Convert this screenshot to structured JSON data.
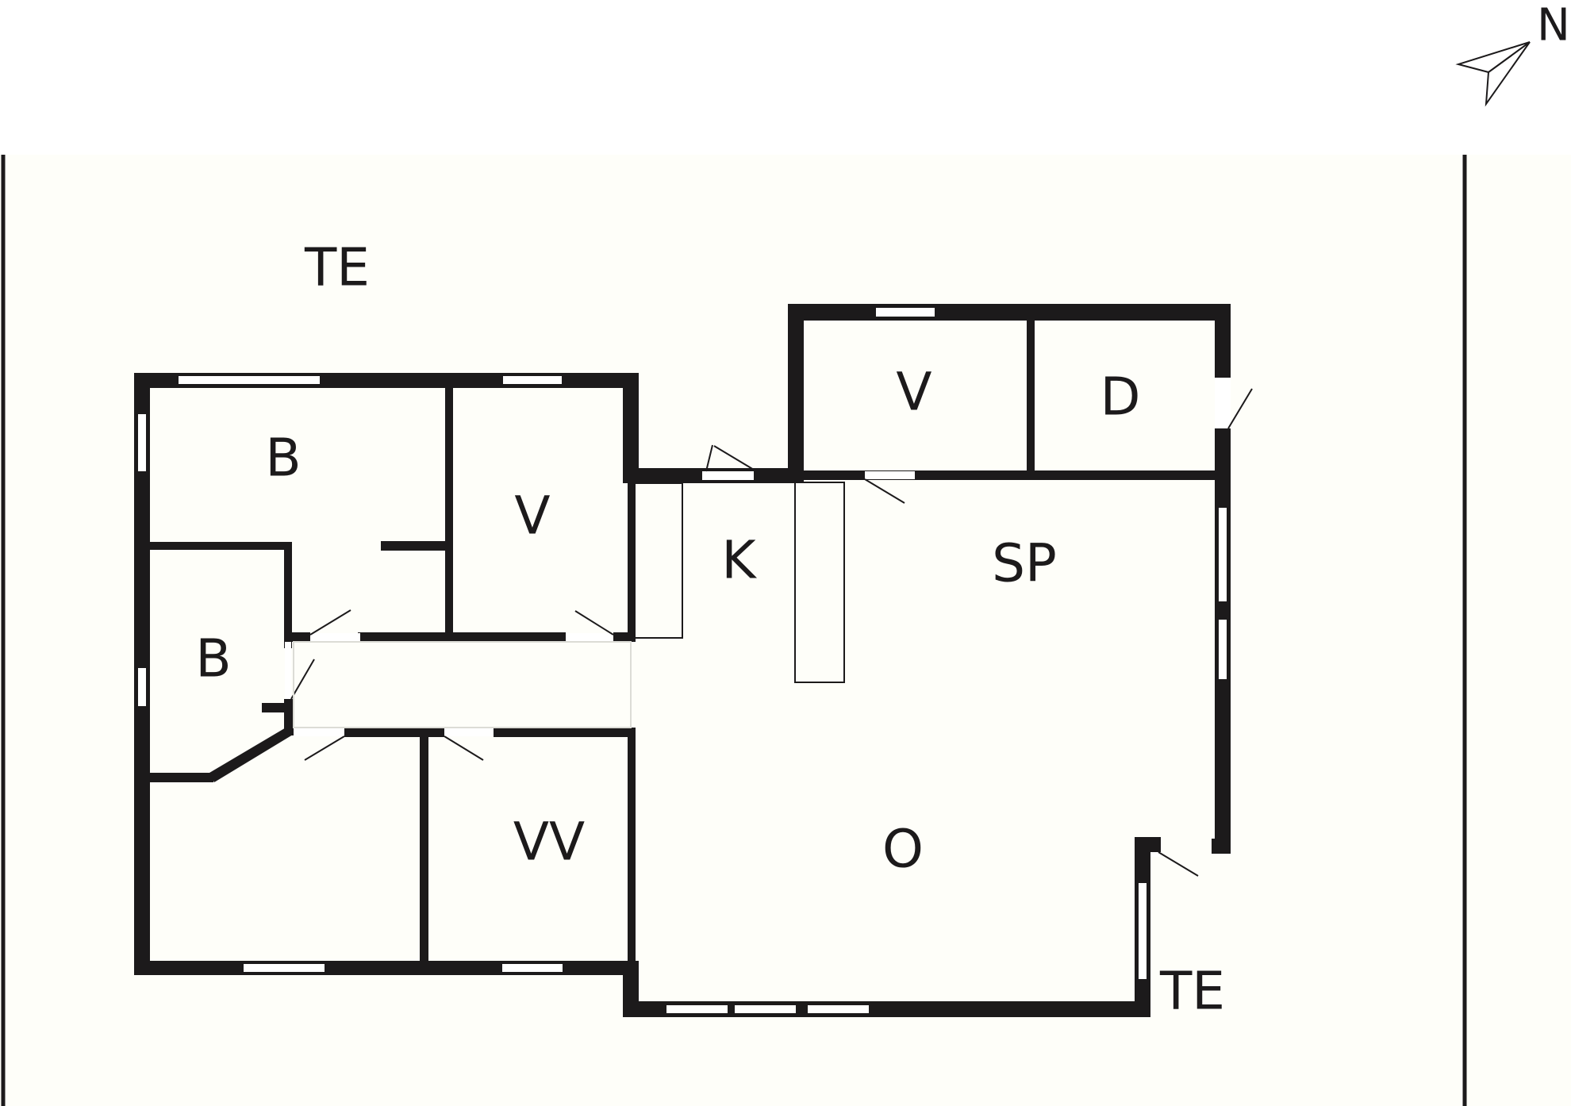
{
  "compass": {
    "label": "N",
    "icon": "north-arrow-icon"
  },
  "rooms": {
    "terrace_top": "TE",
    "bedroom_1": "B",
    "bedroom_2": "B",
    "bathroom_west": "V",
    "kitchen": "K",
    "bathroom_east": "V",
    "dressing": "D",
    "dining": "SP",
    "utility": "VV",
    "living": "O",
    "terrace_bottom": "TE"
  },
  "colors": {
    "wall": "#1c1a1b",
    "floor": "#fefef9",
    "background": "#ffffff"
  }
}
